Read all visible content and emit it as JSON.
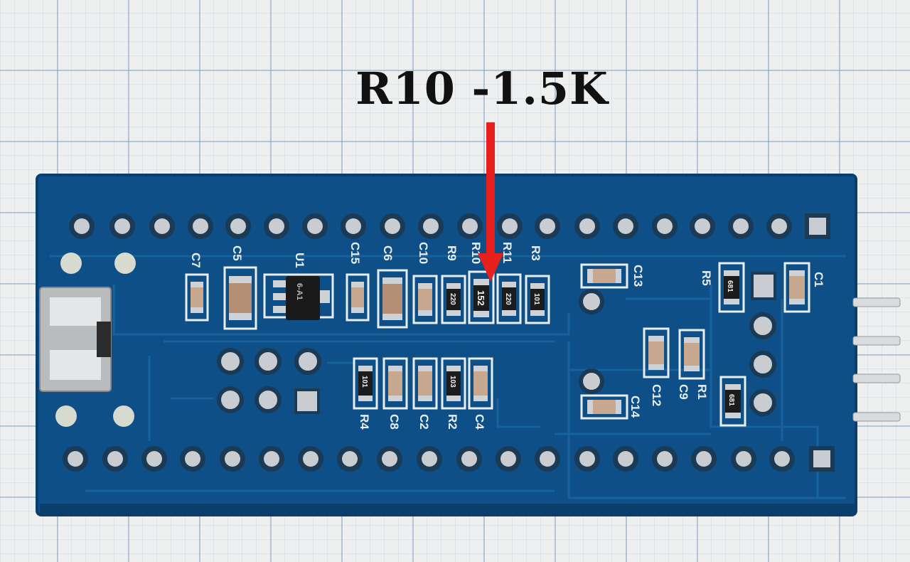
{
  "annotation": "R10 -1.5K",
  "silkscreen": {
    "top_row": [
      "C7",
      "C5",
      "U1",
      "C15",
      "C6",
      "C10",
      "R9",
      "R10",
      "R11",
      "R3"
    ],
    "bottom_row": [
      "R4",
      "C8",
      "C2",
      "R2",
      "C4"
    ],
    "right_labels": [
      "C13",
      "R5",
      "C1",
      "C12",
      "C9",
      "R1",
      "C14"
    ]
  },
  "part_codes": {
    "r9": "220",
    "r10": "152",
    "r11": "220",
    "r3": "101",
    "r4": "101",
    "r2": "103",
    "r5": "681",
    "r6": "681",
    "u1": "6-A1"
  },
  "colors": {
    "board": "#0d4f86",
    "board_edge": "#0a3f6c",
    "trace": "#1a66a3",
    "silk": "#e8eef2",
    "solder": "#c9cdd2",
    "arrow": "#e8201d"
  }
}
